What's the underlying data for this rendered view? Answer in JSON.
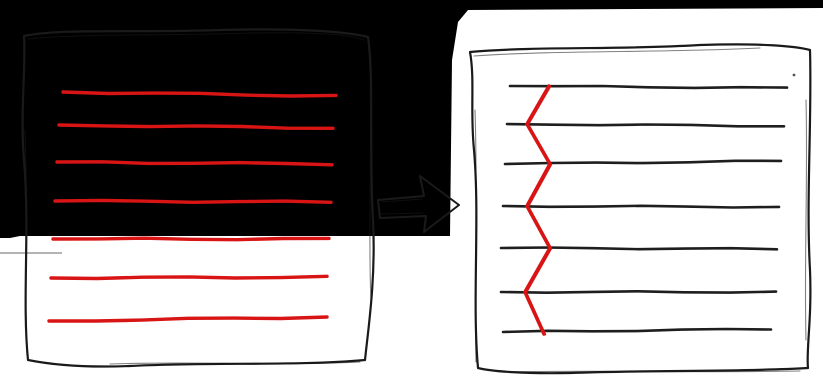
{
  "figure": {
    "kind": "hand-drawn before/after sketch",
    "colors": {
      "background": "#ffffff",
      "frame_ink": "#1a1a1a",
      "red_ink": "#d81414",
      "black_ink": "#1e1e1e",
      "corner_block": "#000000"
    },
    "left_panel": {
      "line_color": "red",
      "line_count": 7
    },
    "arrow": {
      "icon": "right-arrow-icon",
      "direction": "right"
    },
    "right_panel": {
      "line_color": "black",
      "line_count": 7,
      "connector_color": "red",
      "connector_shape": "zigzag"
    }
  }
}
